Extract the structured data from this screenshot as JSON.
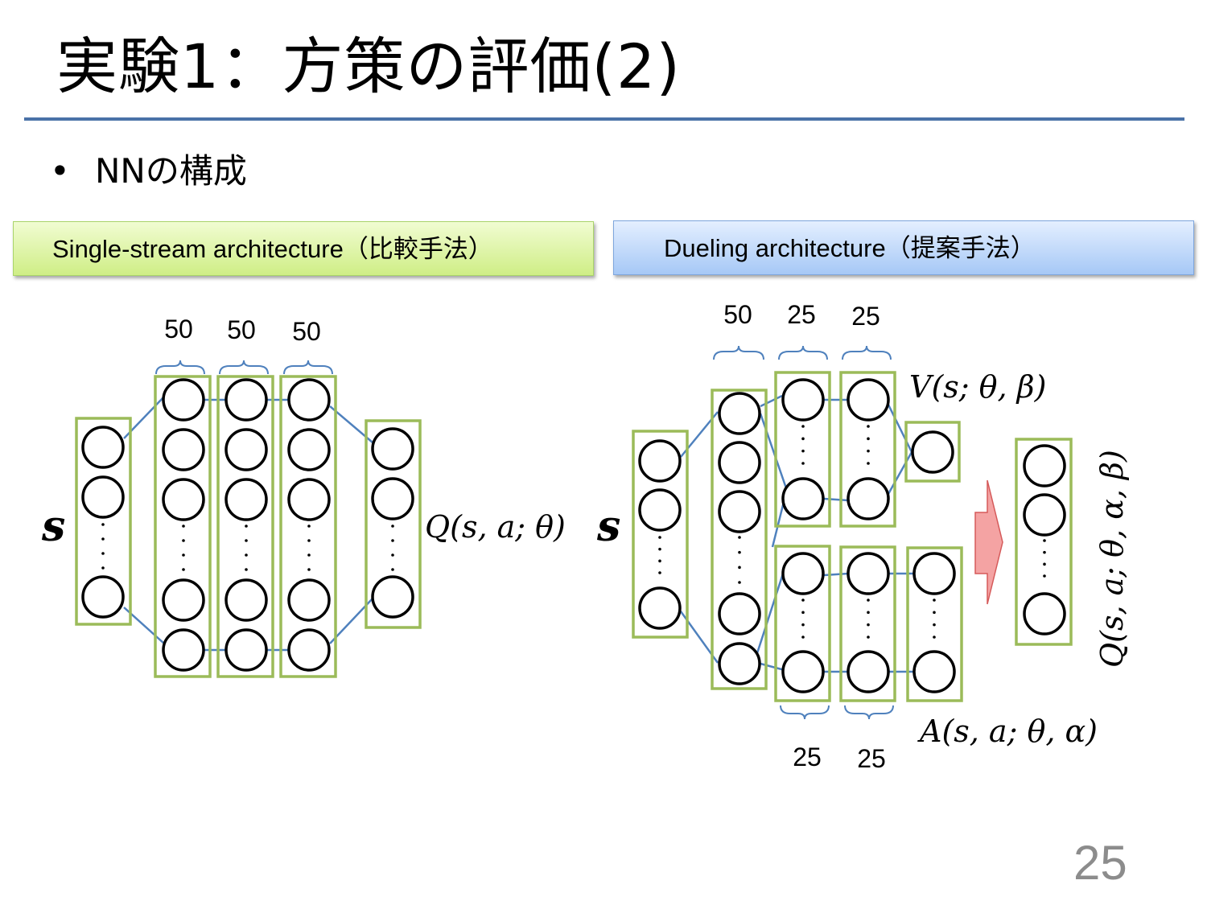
{
  "slide": {
    "title": "実験1：方策の評価(2)",
    "bullet": "NNの構成",
    "page_number": "25"
  },
  "single": {
    "label": "Single-stream architecture（比較手法）",
    "input_label": "s",
    "output_label": "Q(s, a; θ)",
    "layer_sizes": [
      "50",
      "50",
      "50"
    ]
  },
  "dueling": {
    "label": "Dueling architecture（提案手法）",
    "input_label": "s",
    "first_layer_size": "50",
    "value_sizes": [
      "25",
      "25"
    ],
    "advantage_sizes": [
      "25",
      "25"
    ],
    "value_label": "V(s; θ, β)",
    "advantage_label": "A(s, a; θ, α)",
    "output_label": "Q(s, a; θ, α, β)"
  },
  "colors": {
    "rule": "#4a72a8",
    "layer_box": "#9bbb59",
    "connection": "#4f81bd",
    "brace": "#4f81bd",
    "arrow_fill": "#f4a3a3",
    "arrow_stroke": "#d55a5a"
  }
}
